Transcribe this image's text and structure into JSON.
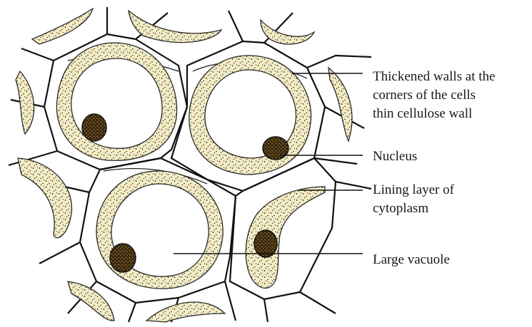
{
  "labels": {
    "thickened_line1": "Thickened walls at the",
    "thickened_line2": "corners of the cells",
    "thickened_line3": "thin cellulose wall",
    "nucleus": "Nucleus",
    "lining_line1": "Lining layer of",
    "lining_line2": "cytoplasm",
    "vacuole": "Large vacuole"
  },
  "colors": {
    "cytoplasm_fill": "#f3ecc4",
    "nucleus_fill": "#3b2a10",
    "wall_stroke": "#111111",
    "dots": "#2a2a2a"
  }
}
